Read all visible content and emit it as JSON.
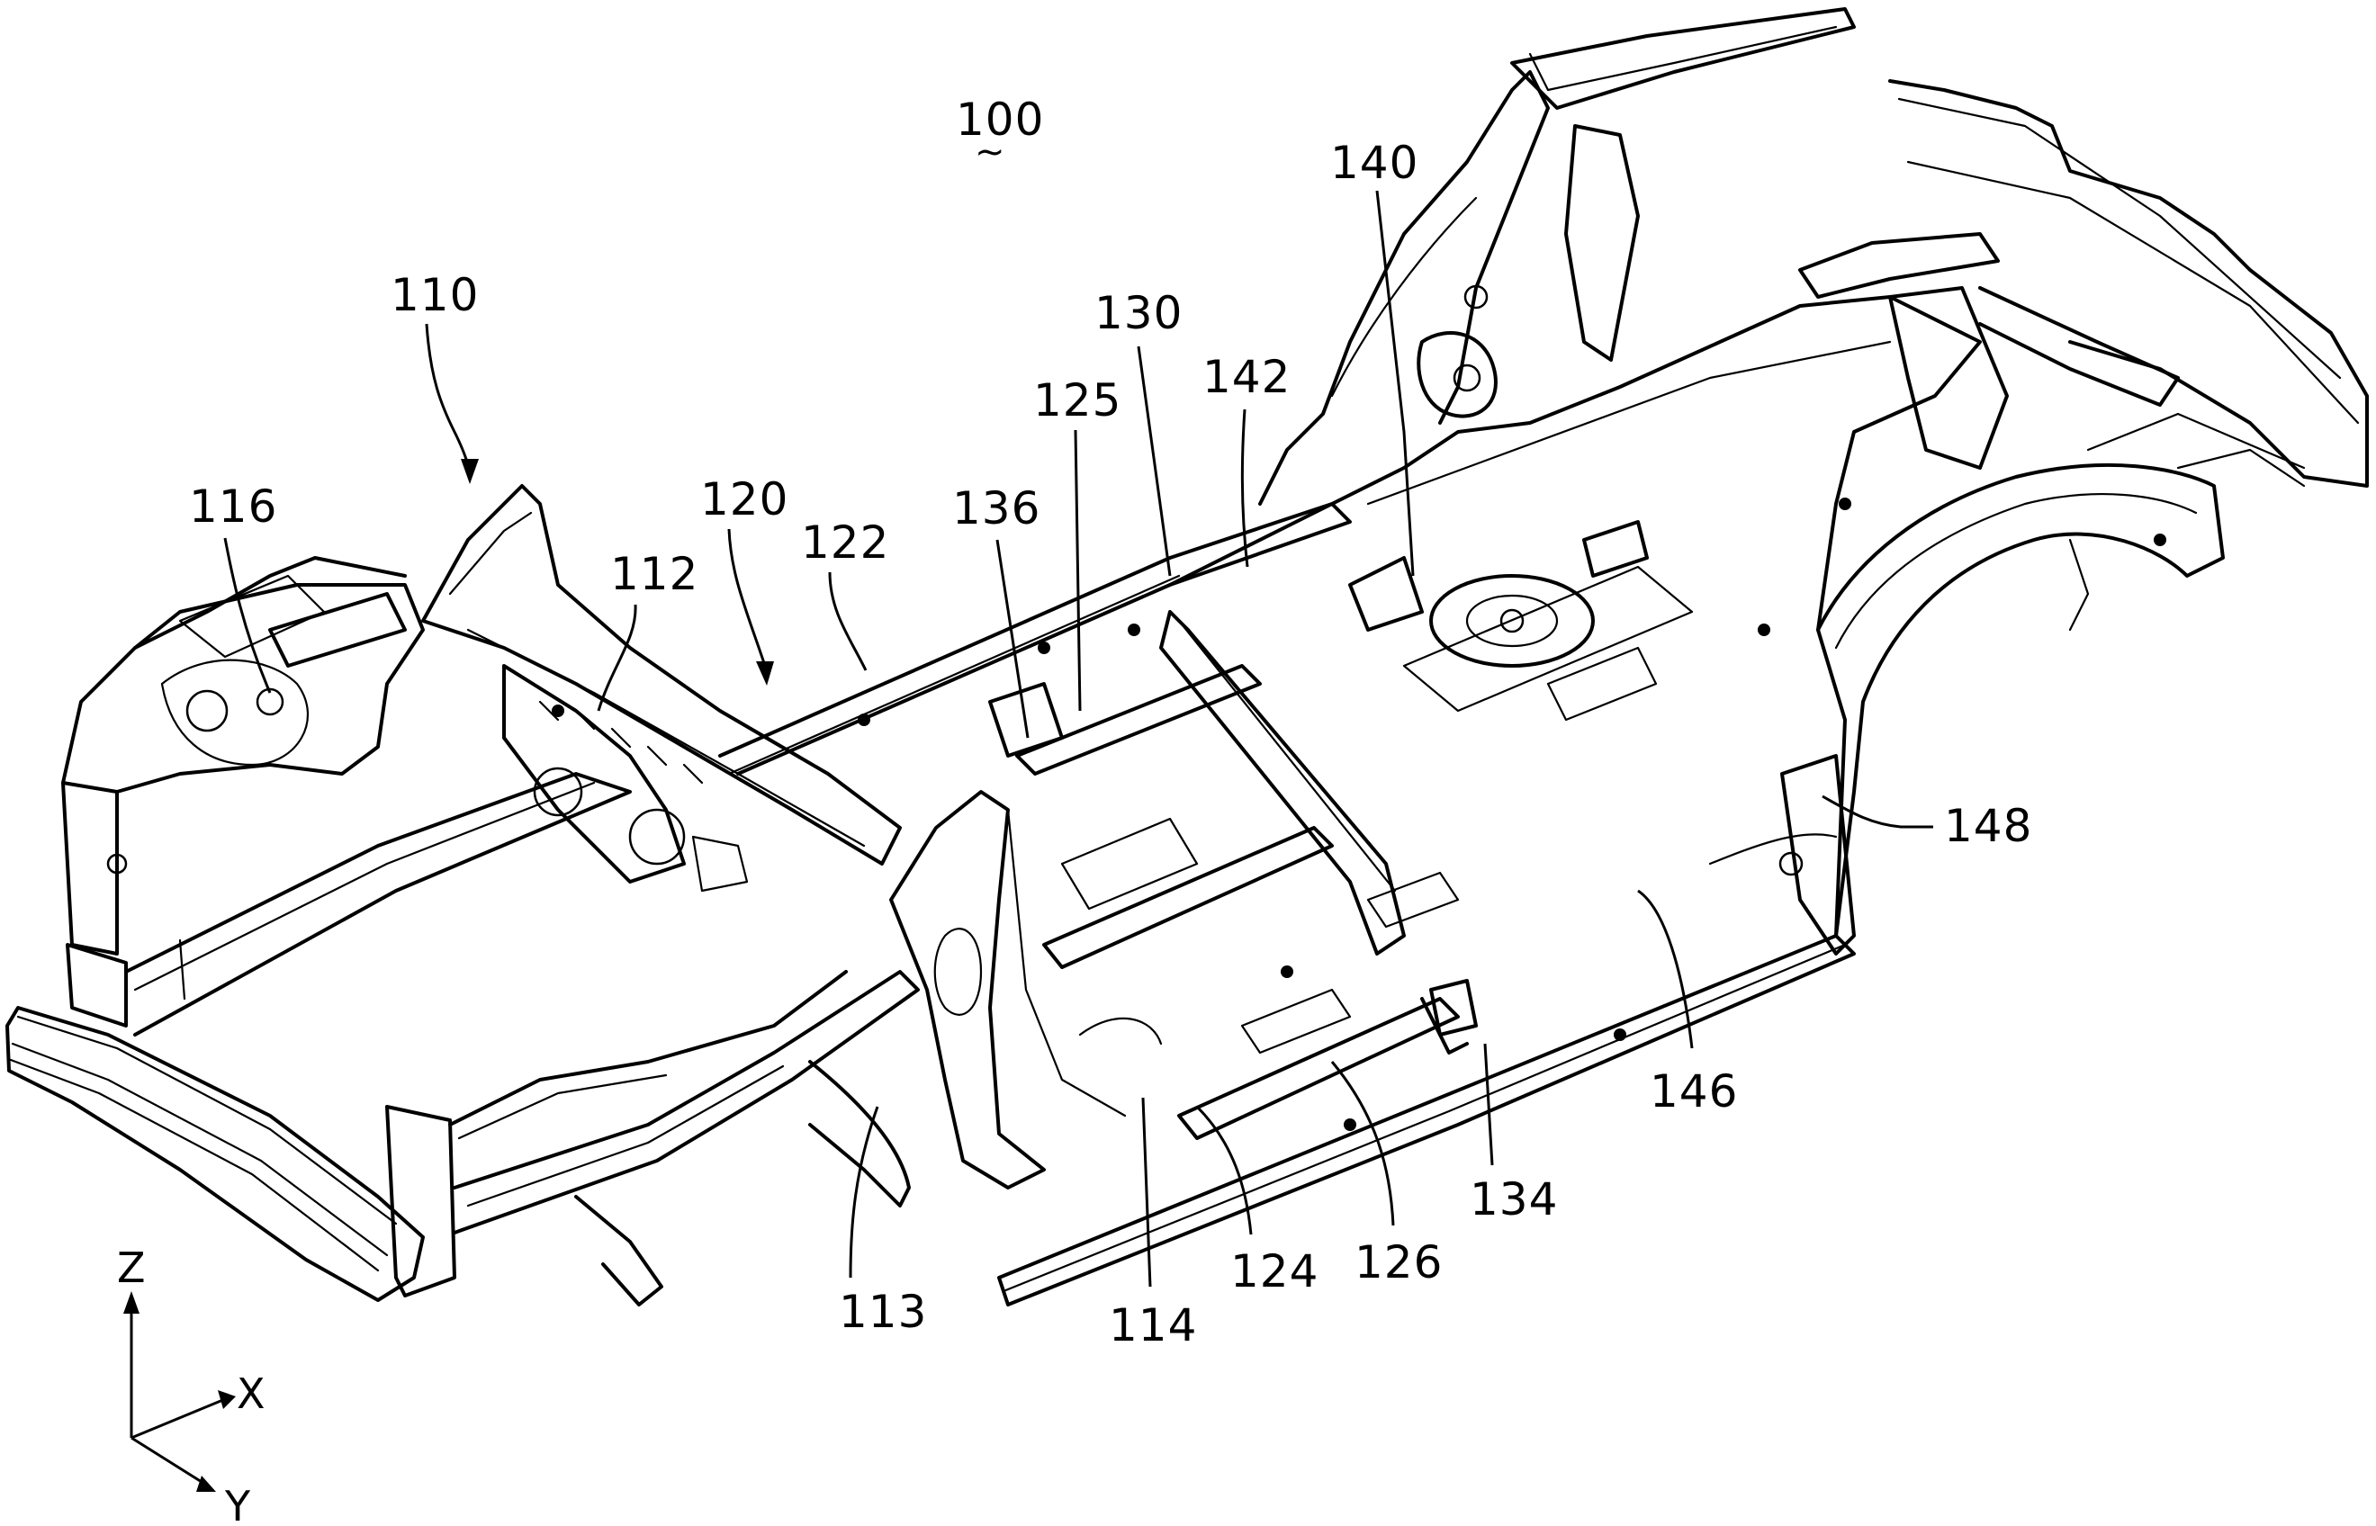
{
  "figure": {
    "title_ref": "100",
    "title_ref_underline": "~",
    "reference_numerals": [
      {
        "id": "front-body-assembly",
        "label": "110",
        "leader": "arrow"
      },
      {
        "id": "front-part-116",
        "label": "116",
        "leader": "line"
      },
      {
        "id": "front-part-112",
        "label": "112",
        "leader": "line"
      },
      {
        "id": "front-part-113",
        "label": "113",
        "leader": "line"
      },
      {
        "id": "front-part-114",
        "label": "114",
        "leader": "line"
      },
      {
        "id": "floor-assembly",
        "label": "120",
        "leader": "arrow"
      },
      {
        "id": "floor-part-122",
        "label": "122",
        "leader": "line"
      },
      {
        "id": "floor-part-124",
        "label": "124",
        "leader": "line"
      },
      {
        "id": "floor-part-125",
        "label": "125",
        "leader": "line"
      },
      {
        "id": "floor-part-126",
        "label": "126",
        "leader": "line"
      },
      {
        "id": "middle-part-130",
        "label": "130",
        "leader": "line"
      },
      {
        "id": "middle-part-134",
        "label": "134",
        "leader": "line"
      },
      {
        "id": "middle-part-136",
        "label": "136",
        "leader": "line"
      },
      {
        "id": "rear-part-140",
        "label": "140",
        "leader": "line"
      },
      {
        "id": "rear-part-142",
        "label": "142",
        "leader": "line"
      },
      {
        "id": "rear-part-146",
        "label": "146",
        "leader": "line"
      },
      {
        "id": "rear-part-148",
        "label": "148",
        "leader": "line"
      }
    ],
    "axes": {
      "z": "Z",
      "x": "X",
      "y": "Y"
    }
  }
}
